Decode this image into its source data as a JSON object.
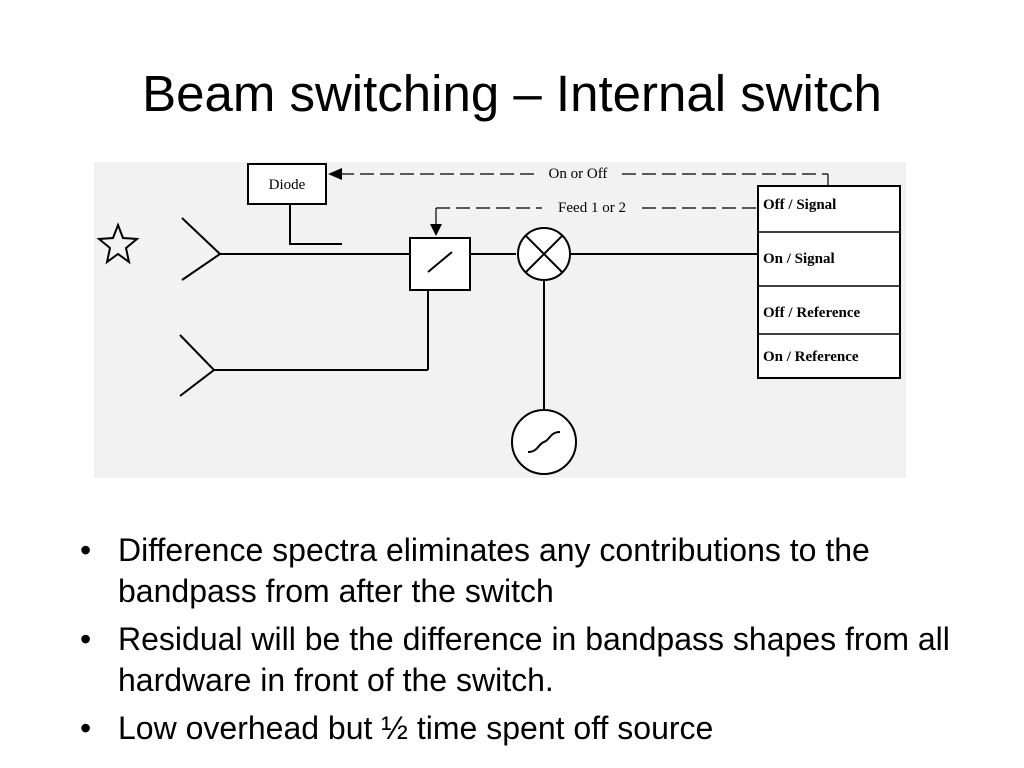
{
  "slide": {
    "title": "Beam switching – Internal switch"
  },
  "diagram": {
    "diode_label": "Diode",
    "control_label": "On or Off",
    "feed_label": "Feed 1 or 2",
    "states": [
      "Off / Signal",
      "On / Signal",
      "Off / Reference",
      "On / Reference"
    ],
    "icons": {
      "source": "star-icon",
      "feeds": "feed-horn-icon",
      "switch": "switch-icon",
      "mixer": "mixer-icon",
      "oscillator": "oscillator-icon"
    }
  },
  "bullets": {
    "marker": "•",
    "items": [
      "Difference spectra eliminates any contributions to the bandpass from after the switch",
      "Residual will be the difference in bandpass shapes from all hardware in front of the switch.",
      "Low overhead but ½ time spent off source"
    ]
  }
}
